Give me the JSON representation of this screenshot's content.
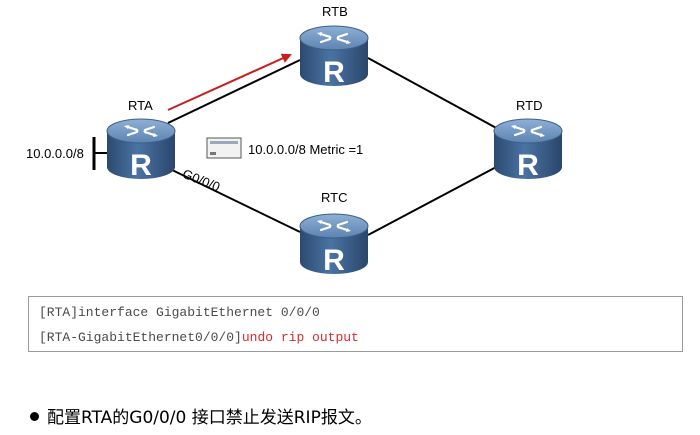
{
  "diagram": {
    "routers": [
      {
        "id": "rta",
        "label": "RTA"
      },
      {
        "id": "rtb",
        "label": "RTB"
      },
      {
        "id": "rtc",
        "label": "RTC"
      },
      {
        "id": "rtd",
        "label": "RTD"
      }
    ],
    "router_glyph": "R",
    "network_label": "10.0.0.0/8",
    "interface_label": "G0/0/0",
    "update_label": "10.0.0.0/8 Metric =1",
    "colors": {
      "router_body": "#3b5f8c",
      "router_top": "#6f94bf",
      "arrow": "#c81e1e",
      "link": "#000000"
    }
  },
  "code": {
    "line1": "[RTA]interface GigabitEthernet 0/0/0",
    "line2_prefix": "[RTA-GigabitEthernet0/0/0]",
    "line2_cmd": "undo rip output"
  },
  "caption": "配置RTA的G0/0/0 接口禁止发送RIP报文。"
}
